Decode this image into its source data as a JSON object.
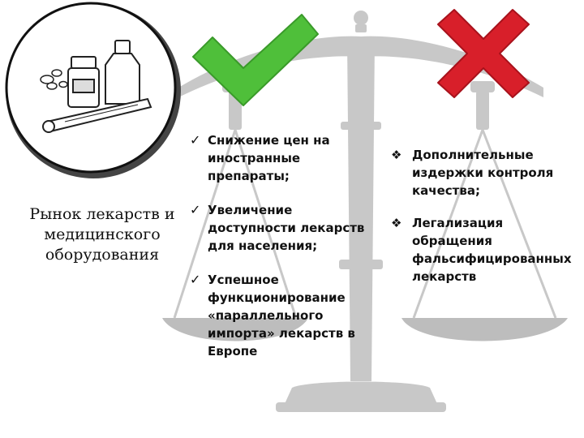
{
  "title_lines": [
    "Рынок лекарств и",
    "медицинского",
    "оборудования"
  ],
  "pros": [
    {
      "lines": [
        "Снижение цен на",
        "иностранные",
        "препараты;"
      ]
    },
    {
      "lines": [
        "Увеличение",
        "доступности лекарств",
        "для населения;"
      ]
    },
    {
      "lines": [
        "Успешное",
        "функционирование",
        "«параллельного",
        "импорта» лекарств в",
        "Европе"
      ]
    }
  ],
  "cons": [
    {
      "lines": [
        "Дополнительные",
        "издержки контроля",
        "качества;"
      ]
    },
    {
      "lines": [
        "Легализация",
        "обращения",
        "фальсифицированных",
        "лекарств"
      ]
    }
  ],
  "bullet_check": "✓",
  "bullet_diamond": "❖",
  "colors": {
    "scale": "#c8c8c8",
    "scale_dark": "#a9a9a9",
    "check_green": "#4fbf3a",
    "cross_red": "#d81f2a",
    "circle_border": "#111111"
  },
  "icons": [
    "scale-icon",
    "check-icon",
    "cross-icon",
    "medicine-icon",
    "pill-bottle-icon",
    "thermometer-icon",
    "pills-icon"
  ]
}
